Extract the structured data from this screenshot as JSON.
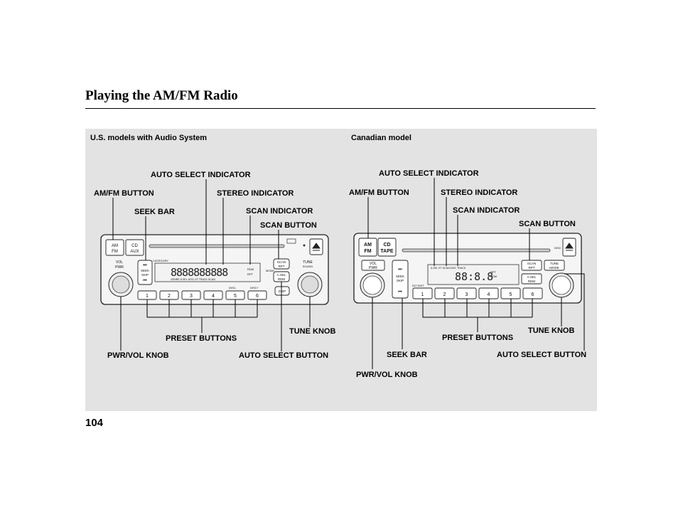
{
  "page": {
    "title": "Playing the AM/FM Radio",
    "page_number": "104"
  },
  "us": {
    "heading": "U.S. models with Audio System",
    "labels": {
      "auto_select_indicator": "AUTO SELECT INDICATOR",
      "am_fm_button": "AM/FM BUTTON",
      "stereo_indicator": "STEREO INDICATOR",
      "seek_bar": "SEEK BAR",
      "scan_indicator": "SCAN INDICATOR",
      "scan_button": "SCAN BUTTON",
      "tune_knob": "TUNE KNOB",
      "preset_buttons": "PRESET BUTTONS",
      "pwr_vol_knob": "PWR/VOL KNOB",
      "auto_select_button": "AUTO SELECT BUTTON"
    },
    "unit": {
      "am": "AM",
      "fm": "FM",
      "cd": "CD",
      "aux": "AUX",
      "vol": "VOL",
      "pwr": "PWR",
      "seek": "SEEK",
      "skip": "SKIP",
      "category": "CATEGORY",
      "scan": "SCAN",
      "rpt": "RPT",
      "asel": "A.SEL",
      "rdm": "RDM",
      "tune": "TUNE",
      "sound": "SOUND",
      "mode": "MODE",
      "disp": "D SP",
      "display_text": "8888888888",
      "display_sub": "GENRE  A.SEL  DISC  ST  TRACK  SCAN",
      "disc_minus": "DISC-",
      "disc_plus": "DISC+",
      "presets": [
        "1",
        "2",
        "3",
        "4",
        "5",
        "6"
      ]
    }
  },
  "ca": {
    "heading": "Canadian model",
    "labels": {
      "auto_select_indicator": "AUTO SELECT INDICATOR",
      "am_fm_button": "AM/FM BUTTON",
      "stereo_indicator": "STEREO INDICATOR",
      "scan_indicator": "SCAN INDICATOR",
      "scan_button": "SCAN BUTTON",
      "preset_buttons": "PRESET BUTTONS",
      "tune_knob": "TUNE KNOB",
      "seek_bar": "SEEK BAR",
      "auto_select_button": "AUTO SELECT BUTTON",
      "pwr_vol_knob": "PWR/VOL KNOB"
    },
    "unit": {
      "am": "AM",
      "fm": "FM",
      "cd": "CD",
      "tape": "TAPE",
      "vol": "VOL",
      "pwr": "PWR",
      "seek": "SEEK",
      "skip": "SKIP",
      "scan": "SCAN",
      "rpt": "RPT",
      "tune": "TUNE",
      "mode": "MODE",
      "asel": "A.SEL",
      "rdm": "RDM",
      "display_text": "88:8.8",
      "display_sub": "A.SEL  ST  SCAN  DISC  TRACK",
      "disc": "DISC",
      "int_dist": "INT DIST",
      "presets": [
        "1",
        "2",
        "3",
        "4",
        "5",
        "6"
      ]
    }
  }
}
